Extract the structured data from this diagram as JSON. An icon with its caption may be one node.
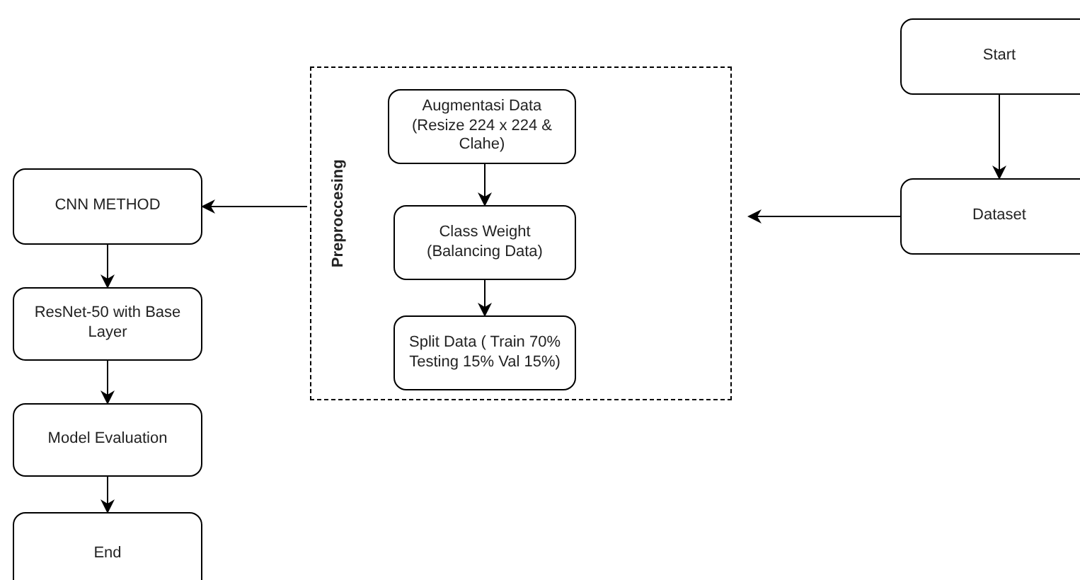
{
  "diagram": {
    "nodes": [
      {
        "text": [
          "Start"
        ]
      },
      {
        "text": [
          "Dataset"
        ]
      },
      {
        "text": [
          "Preproccesing"
        ]
      },
      {
        "text": [
          "Augmentasi Data (Resize 224 x 224 & Clahe)"
        ],
        "in": 2
      },
      {
        "text": [
          "Class Weight (Balancing Data)"
        ],
        "in": 2
      },
      {
        "text": [
          "Split Data ( Train 70% Testing 15% Val 15%)"
        ],
        "in": 2
      },
      {
        "text": [
          "CNN METHOD"
        ]
      },
      {
        "text": [
          "ResNet-50 with Base Layer"
        ]
      },
      {
        "text": [
          "Model Evaluation"
        ]
      },
      {
        "text": [
          "End"
        ]
      }
    ],
    "edges": [
      {
        "from": 0,
        "to": 1,
        "arrow": "to"
      },
      {
        "from": 1,
        "to": 2,
        "arrow": "to"
      },
      {
        "from": 3,
        "to": 4,
        "arrow": "to"
      },
      {
        "from": 4,
        "to": 5,
        "arrow": "to"
      },
      {
        "from": 2,
        "to": 6,
        "arrow": "to"
      },
      {
        "from": 6,
        "to": 7,
        "arrow": "to"
      },
      {
        "from": 7,
        "to": 8,
        "arrow": "to"
      },
      {
        "from": 8,
        "to": 9,
        "arrow": "to"
      }
    ]
  }
}
